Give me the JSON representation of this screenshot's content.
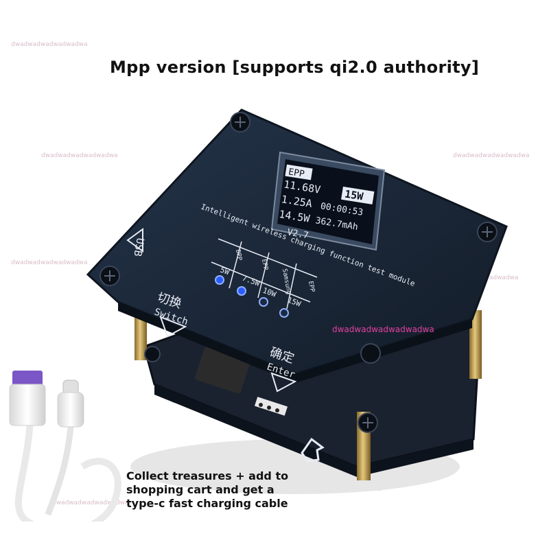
{
  "headline": "Mpp version [supports qi2.0 authority]",
  "promo_lines": [
    "Collect treasures + add to",
    "shopping cart and get a",
    "type-c fast charging cable"
  ],
  "watermark_text": "dwadwadwadwadwadwa",
  "lcd": {
    "mode": "EPP",
    "voltage": "11.68V",
    "current": "1.25A",
    "power": "14.5W",
    "rated": "15W",
    "timer": "00:00:53",
    "energy": "362.7mAh"
  },
  "board": {
    "version_label": "V2.7",
    "title_en": "Intelligent wireless charging function test module",
    "usb_label": "USB",
    "switch_cn": "切换",
    "switch_en": "Switch",
    "enter_cn": "确定",
    "enter_en": "Enter",
    "power_levels": [
      "5W",
      "7.5W",
      "10W",
      "15W"
    ],
    "protocol_labels": [
      "BPP",
      "EPP",
      "Samsung",
      "EPP"
    ]
  },
  "colors": {
    "board": "#1b2634",
    "board_edge": "#0e151f",
    "lcd_bg": "#0a0f1c",
    "lcd_text": "#e8ecf4",
    "led_blue": "#2a5cff",
    "brass": "#c2a15a",
    "cable": "#f1f1f1",
    "connector_purple": "#7a56c6"
  }
}
